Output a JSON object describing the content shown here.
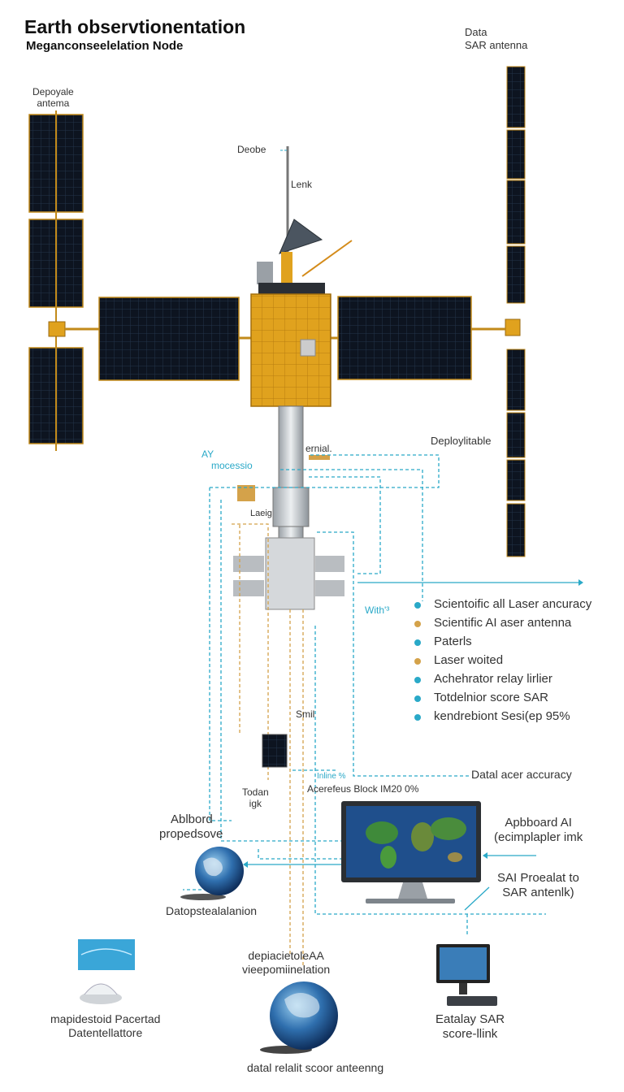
{
  "header": {
    "title": "Earth observtionentation",
    "subtitle": "Meganconseelelation Node"
  },
  "labels": {
    "deployable_antenna": [
      "Depoyale",
      "antema"
    ],
    "data_sar_antenna": [
      "Data",
      "SAR antenna"
    ],
    "deobe": "Deobe",
    "lenk": "Lenk",
    "deployable_right": "Deploylitable",
    "ay_processor": [
      "AY",
      "mocessio"
    ],
    "serial": "ernial.",
    "laeig": "Laeig",
    "with": "With'³",
    "small": "Smil",
    "todan_igk": [
      "Todan",
      "igk"
    ],
    "block_label": "Acerefeus Block IM20 0%",
    "block_prefix": "Inline %",
    "data_accuracy": "Datal acer accuracy",
    "ablbord": [
      "Ablbord",
      "propedsove"
    ],
    "datopstealalanion": "Datopstealalanion",
    "apbboard": [
      "Apbboard  AI",
      "(ecimplapler imk"
    ],
    "sai_proealat": [
      "SAI  Proealat to",
      "SAR antenlk)"
    ],
    "mapidestoid": [
      "mapidestoid Pacertad",
      "Datentellattore"
    ],
    "depiacietole": [
      "depiacietoleAA",
      "vieepomiinelation"
    ],
    "datal_relalit": "datal relalit scoor anteenng",
    "eatalay": [
      "Eatalay SAR",
      "score-llink"
    ]
  },
  "legend": [
    {
      "text": "Scientoific all Laser ancuracy",
      "color": "#2aa9c8"
    },
    {
      "text": "Scientific AI aser antenna",
      "color": "#d4a24a"
    },
    {
      "text": "Paterls",
      "color": "#2aa9c8"
    },
    {
      "text": "Laser woited",
      "color": "#d4a24a"
    },
    {
      "text": "Achehrator relay lirlier",
      "color": "#2aa9c8"
    },
    {
      "text": "Totdelnior score SAR",
      "color": "#2aa9c8"
    },
    {
      "text": "kendrebiont Sesi(ep 95%",
      "color": "#2aa9c8"
    }
  ],
  "colors": {
    "accent_cyan": "#2aa9c8",
    "accent_gold": "#d4a24a",
    "solar_panel": "#0d1420",
    "bus_gold": "#e0a21e"
  }
}
